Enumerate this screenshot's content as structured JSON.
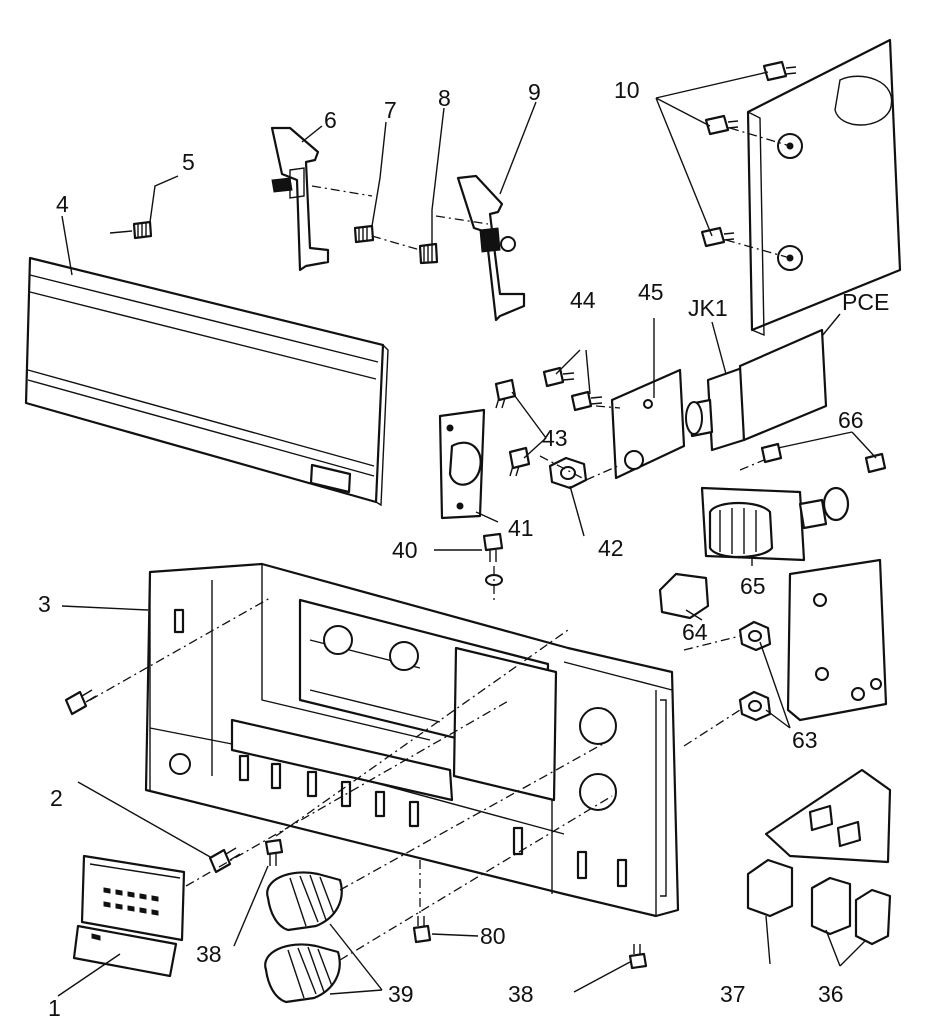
{
  "labels": {
    "l1": "1",
    "l2": "2",
    "l3": "3",
    "l4": "4",
    "l5": "5",
    "l6": "6",
    "l7": "7",
    "l8": "8",
    "l9": "9",
    "l10": "10",
    "l36": "36",
    "l37": "37",
    "l38a": "38",
    "l38b": "38",
    "l39": "39",
    "l40": "40",
    "l41": "41",
    "l42": "42",
    "l43": "43",
    "l44": "44",
    "l45": "45",
    "l63": "63",
    "l64": "64",
    "l65": "65",
    "l66": "66",
    "l80": "80",
    "jk1": "JK1",
    "pcb": "PCE"
  }
}
